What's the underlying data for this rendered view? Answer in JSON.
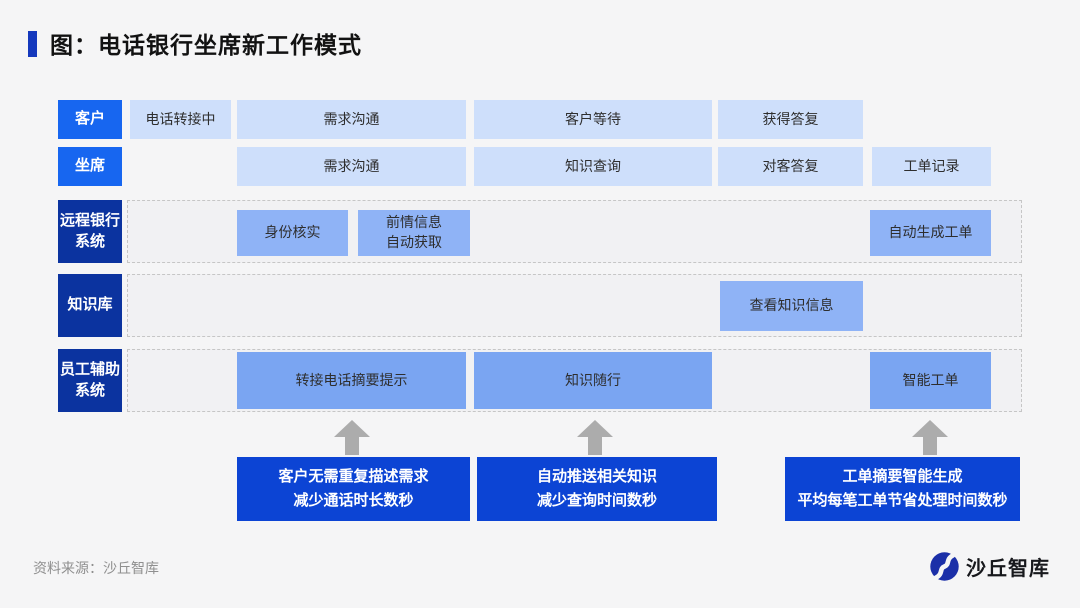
{
  "title": "图：电话银行坐席新工作模式",
  "lanes": [
    {
      "label": "客户",
      "boxes": [
        "电话转接中",
        "需求沟通",
        "客户等待",
        "获得答复"
      ]
    },
    {
      "label": "坐席",
      "boxes": [
        "需求沟通",
        "知识查询",
        "对客答复",
        "工单记录"
      ]
    },
    {
      "label": "远程银行\n系统",
      "boxes": [
        "身份核实",
        "前情信息\n自动获取",
        "自动生成工单"
      ]
    },
    {
      "label": "知识库",
      "boxes": [
        "查看知识信息"
      ]
    },
    {
      "label": "员工辅助\n系统",
      "boxes": [
        "转接电话摘要提示",
        "知识随行",
        "智能工单"
      ]
    }
  ],
  "benefits": [
    "客户无需重复描述需求\n减少通话时长数秒",
    "自动推送相关知识\n减少查询时间数秒",
    "工单摘要智能生成\n平均每笔工单节省处理时间数秒"
  ],
  "footer": {
    "source": "资料来源：沙丘智库",
    "logo_text": "沙丘智库"
  },
  "colors": {
    "accent_bar": "#1539BD",
    "bright_blue_label": "#1766F0",
    "navy_label": "#0B339F",
    "light_blue_box": "#CEDFFB",
    "medium_blue_box": "#8FB3F6",
    "deep_medium_blue_box": "#7AA5F2",
    "benefit_blue": "#0C44D4",
    "arrow_gray": "#ACACAC",
    "background": "#F5F5F6"
  }
}
